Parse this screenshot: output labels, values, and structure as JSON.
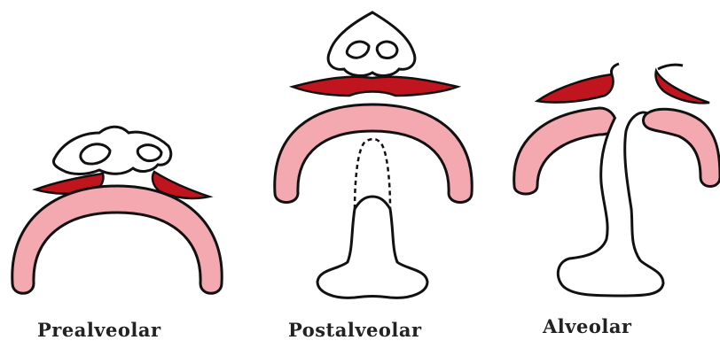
{
  "figure": {
    "panels": [
      {
        "label": "Prealveolar"
      },
      {
        "label": "Postalveolar"
      },
      {
        "label": "Alveolar"
      }
    ],
    "colors": {
      "alveolar_arch": "#f4a9b0",
      "lip": "#c0141e",
      "outline": "#111111",
      "background": "#ffffff"
    }
  }
}
